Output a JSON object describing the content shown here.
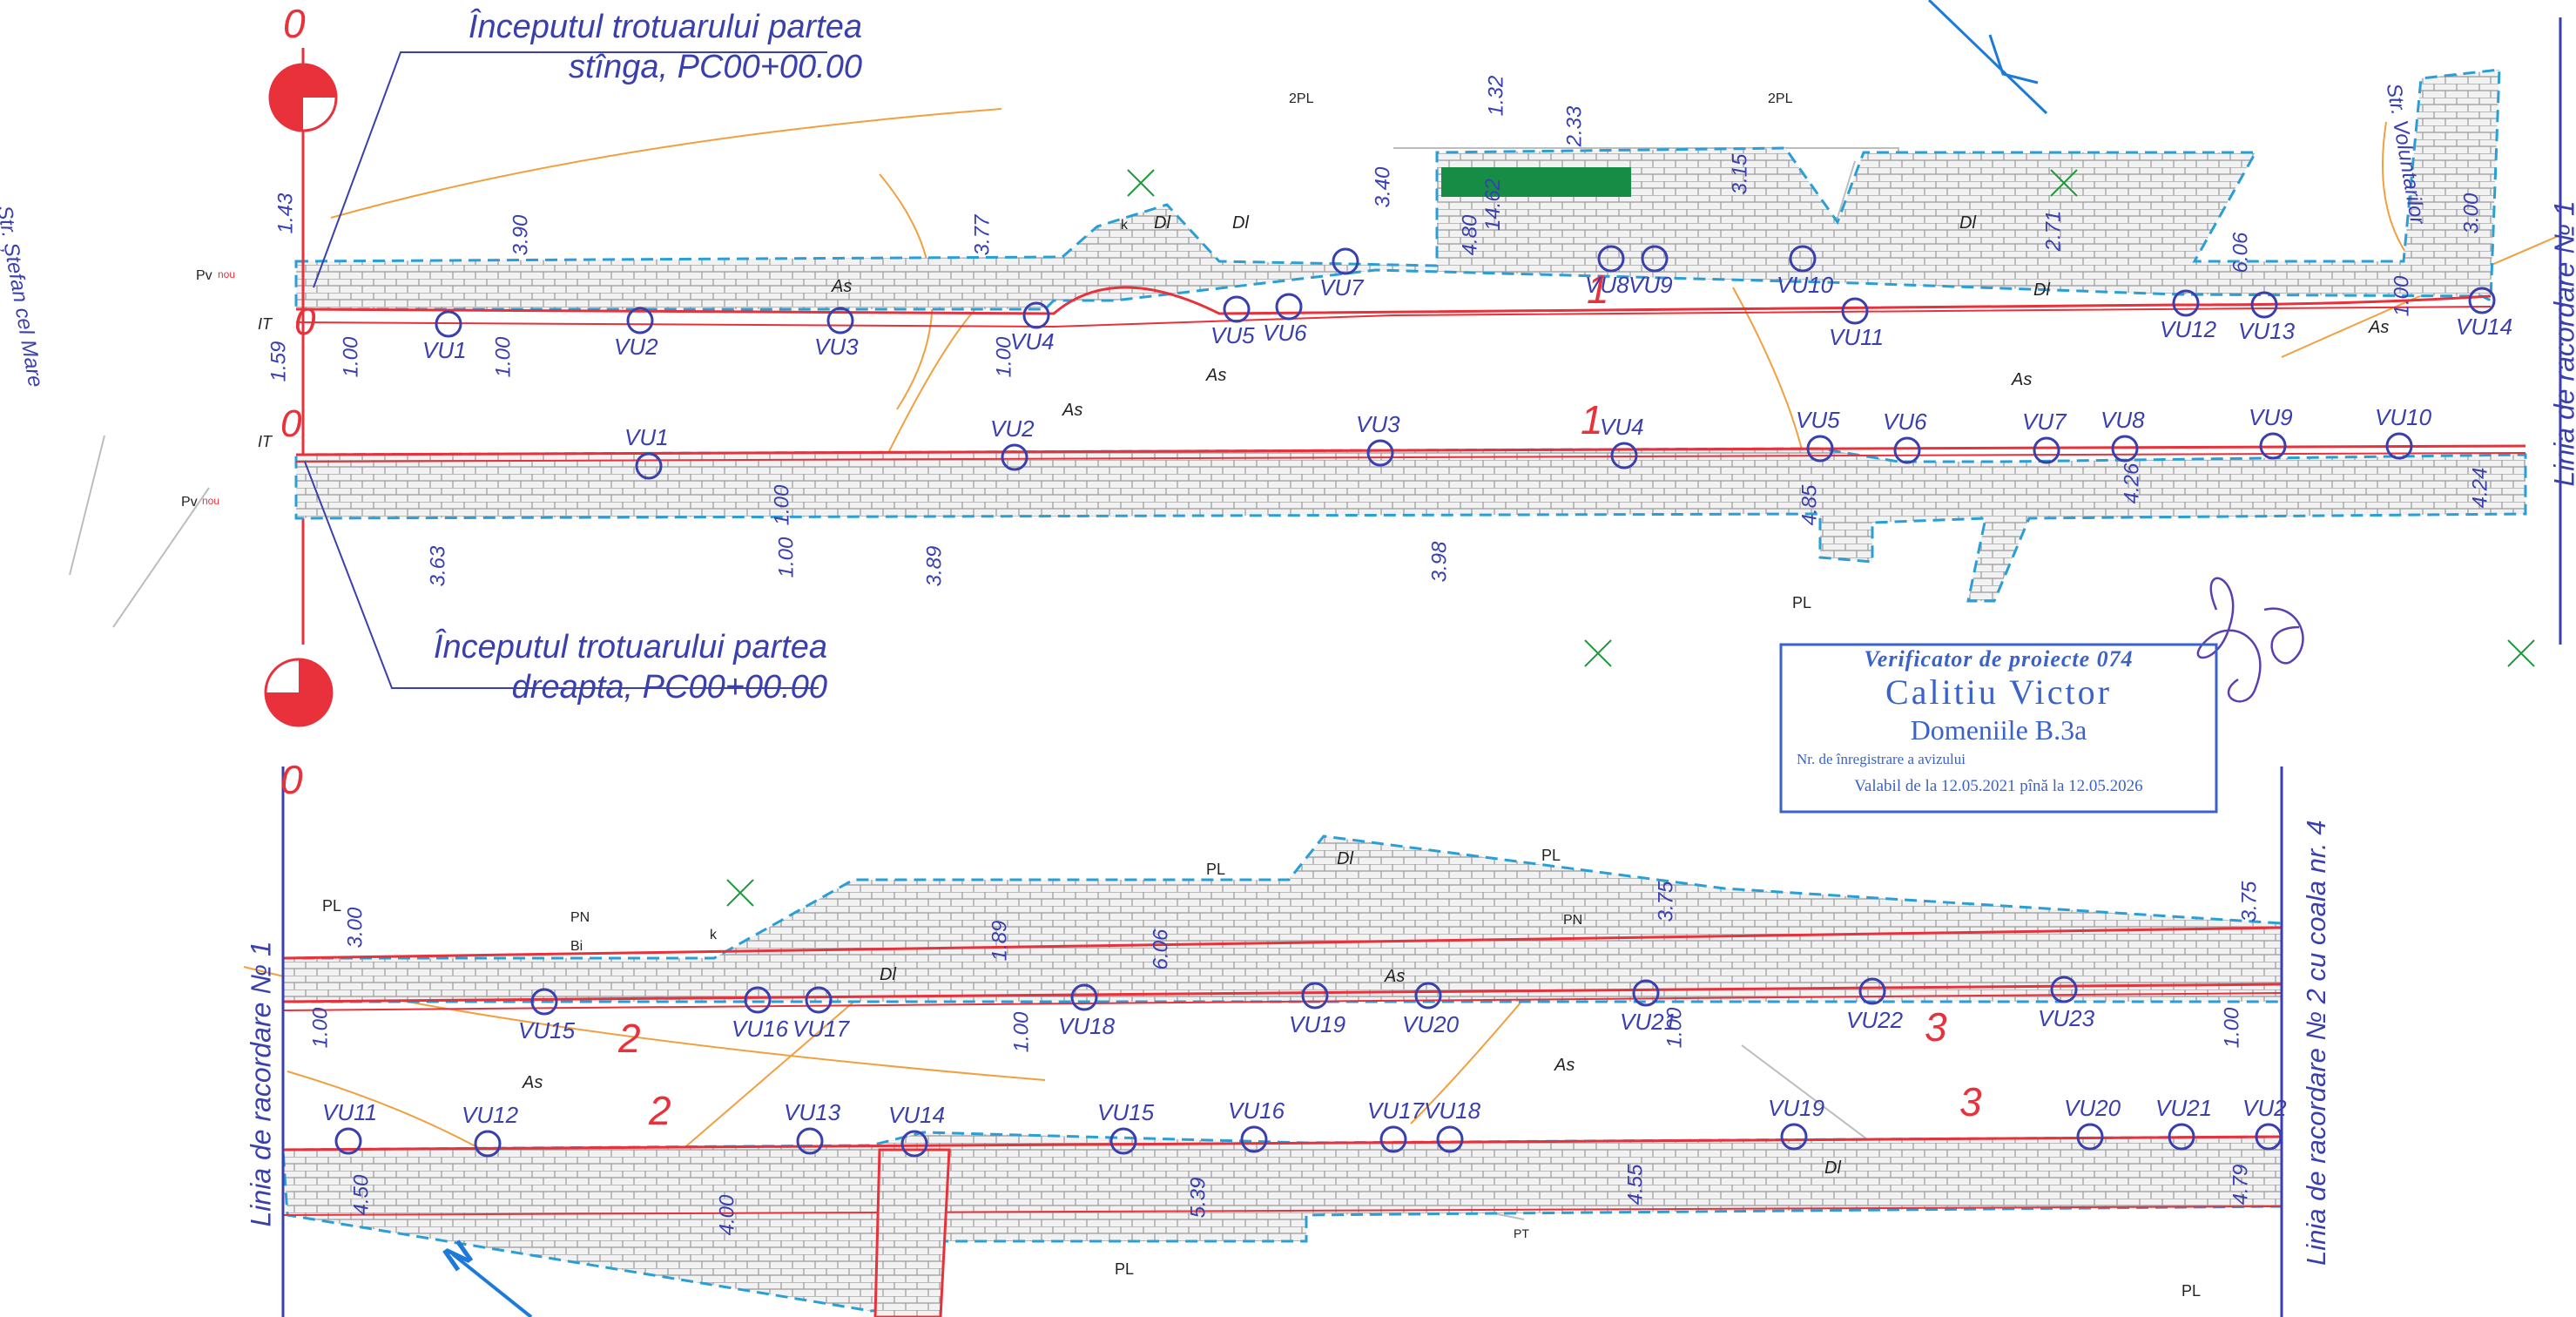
{
  "annotations": {
    "start_left": [
      "Începutul trotuarului partea",
      "stînga, PC00+00.00"
    ],
    "start_right": [
      "Începutul trotuarului partea",
      "dreapta, PC00+00.00"
    ],
    "zero_marker": "0",
    "streets": {
      "stefan": "Str. Ștefan cel Mare",
      "voluntari": "Str. Voluntarilor"
    },
    "connection_1": "Linia de racordare № 1",
    "connection_2": "Linia de racordare № 2 cu coala nr. 4"
  },
  "stamp": {
    "title": "Verificator de proiecte 074",
    "name": "Calitiu Victor",
    "domain": "Domeniile B.3a",
    "reg": "Nr. de înregistrare a avizului",
    "valid": "Valabil de la 12.05.2021 pînă la 12.05.2026"
  },
  "inlets": {
    "strip_a": [
      "VU1",
      "VU2",
      "VU3",
      "VU4",
      "VU5",
      "VU6",
      "VU7",
      "VU8",
      "VU9",
      "VU10",
      "VU11",
      "VU12",
      "VU13",
      "VU14"
    ],
    "strip_b": [
      "VU1",
      "VU2",
      "VU3",
      "VU4",
      "VU5",
      "VU6",
      "VU7",
      "VU8",
      "VU9",
      "VU10"
    ],
    "strip_c": [
      "VU15",
      "VU16",
      "VU17",
      "VU18",
      "VU19",
      "VU20",
      "VU21",
      "VU22",
      "VU23"
    ],
    "strip_d": [
      "VU11",
      "VU12",
      "VU13",
      "VU14",
      "VU15",
      "VU16",
      "VU17",
      "VU18",
      "VU19",
      "VU20",
      "VU21",
      "VU2"
    ]
  },
  "section_marks": {
    "one": "1",
    "two": "2",
    "three": "3"
  },
  "dims": {
    "a": [
      "1.59",
      "1.00",
      "3.90",
      "1.00",
      "3.77",
      "1.00",
      "3.40",
      "4.80",
      "1.32",
      "2.33",
      "14.62",
      "3.15",
      "2.71",
      "6.06",
      "1.00",
      "3.00",
      "1.43"
    ],
    "b": [
      "3.63",
      "1.00",
      "1.00",
      "3.89",
      "3.98",
      "4.85",
      "4.24",
      "4.26"
    ],
    "c": [
      "3.00",
      "1.00",
      "1.89",
      "1.00",
      "6.06",
      "3.75",
      "1.00",
      "1.00",
      "3.75"
    ],
    "d": [
      "4.50",
      "4.00",
      "5.39",
      "4.55",
      "4.79"
    ]
  },
  "surface_labels": {
    "asphalt": "As",
    "dl": "Dl",
    "pl": "PL",
    "pl2": "2PL",
    "pn": "PN",
    "pv": "Pv",
    "it": "IT",
    "nou": "nou",
    "k": "k",
    "bi": "Bi",
    "pt": "PT"
  },
  "north": "N",
  "colors": {
    "design_line": "#e8313a",
    "dashed_edge": "#2a9fd6",
    "annotation": "#3a3fae",
    "survey_text": "#1f9a3b",
    "utility": "#f0a040",
    "paving": "#a9a9a9",
    "stamp": "#3a62c8",
    "green_fill": "#178c45"
  }
}
